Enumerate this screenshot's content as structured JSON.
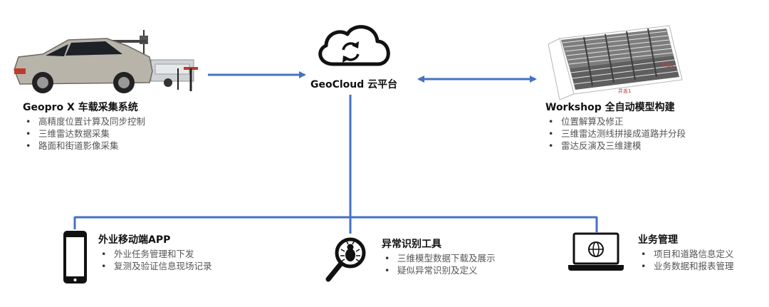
{
  "nodes": {
    "geopro": {
      "title": "Geopro X 车载采集系统",
      "items": [
        "高精度位置计算及同步控制",
        "三维雷达数据采集",
        "路面和街道影像采集"
      ]
    },
    "geocloud": {
      "title": "GeoCloud 云平台"
    },
    "workshop": {
      "title": "Workshop 全自动模型构建",
      "items": [
        "位置解算及修正",
        "三维雷达测线拼接成道路并分段",
        "雷达反演及三维建模"
      ],
      "plot_labels": [
        "井盖1",
        "井盖2"
      ]
    },
    "mobile_app": {
      "title": "外业移动端APP",
      "items": [
        "外业任务管理和下发",
        "复测及验证信息现场记录"
      ]
    },
    "anomaly": {
      "title": "异常识别工具",
      "items": [
        "三维模型数据下载及展示",
        "疑似异常识别及定义"
      ]
    },
    "business": {
      "title": "业务管理",
      "items": [
        "项目和道路信息定义",
        "业务数据和报表管理"
      ]
    }
  },
  "colors": {
    "connector": "#4472c4",
    "icon": "#111111",
    "bullet_text": "#555555"
  },
  "icons": [
    "cloud-sync-icon",
    "mobile-phone-icon",
    "bug-search-icon",
    "laptop-globe-icon",
    "survey-vehicle-image",
    "radar-3d-model-image"
  ]
}
